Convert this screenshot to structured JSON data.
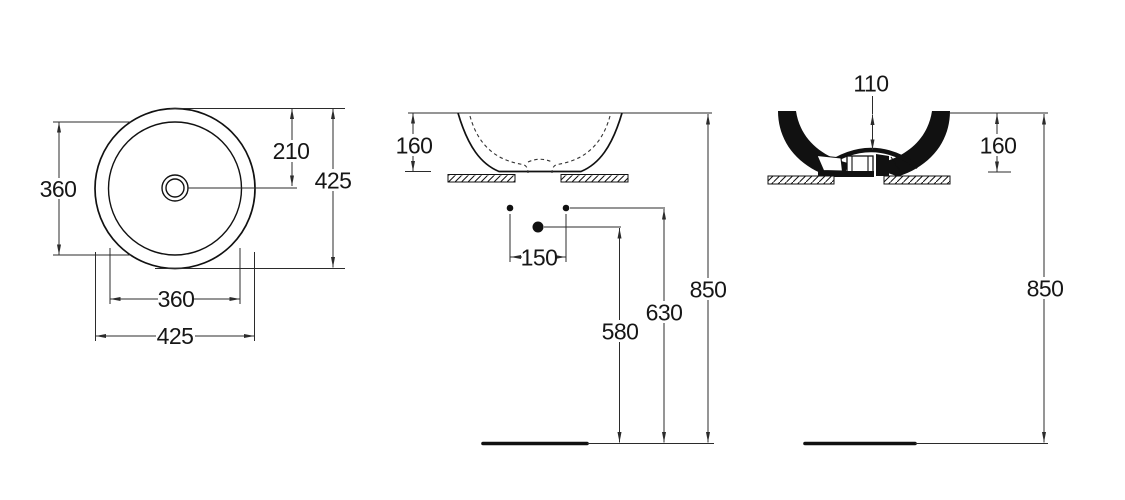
{
  "colors": {
    "line": "#111111",
    "dimension_line": "#2b2b2b",
    "background": "#ffffff"
  },
  "views": {
    "top": {
      "dimensions": {
        "inner_diameter_vertical": "360",
        "rim_to_drain_center": "210",
        "outer_diameter_vertical": "425",
        "inner_diameter_horizontal": "360",
        "outer_diameter_horizontal": "425"
      }
    },
    "front": {
      "dimensions": {
        "basin_height": "160",
        "hole_spacing": "150",
        "waste_outlet_height": "580",
        "supply_connection_height": "630",
        "rim_height": "850"
      }
    },
    "side": {
      "dimensions": {
        "bowl_inner_depth": "110",
        "basin_height": "160",
        "rim_height": "850"
      }
    }
  }
}
